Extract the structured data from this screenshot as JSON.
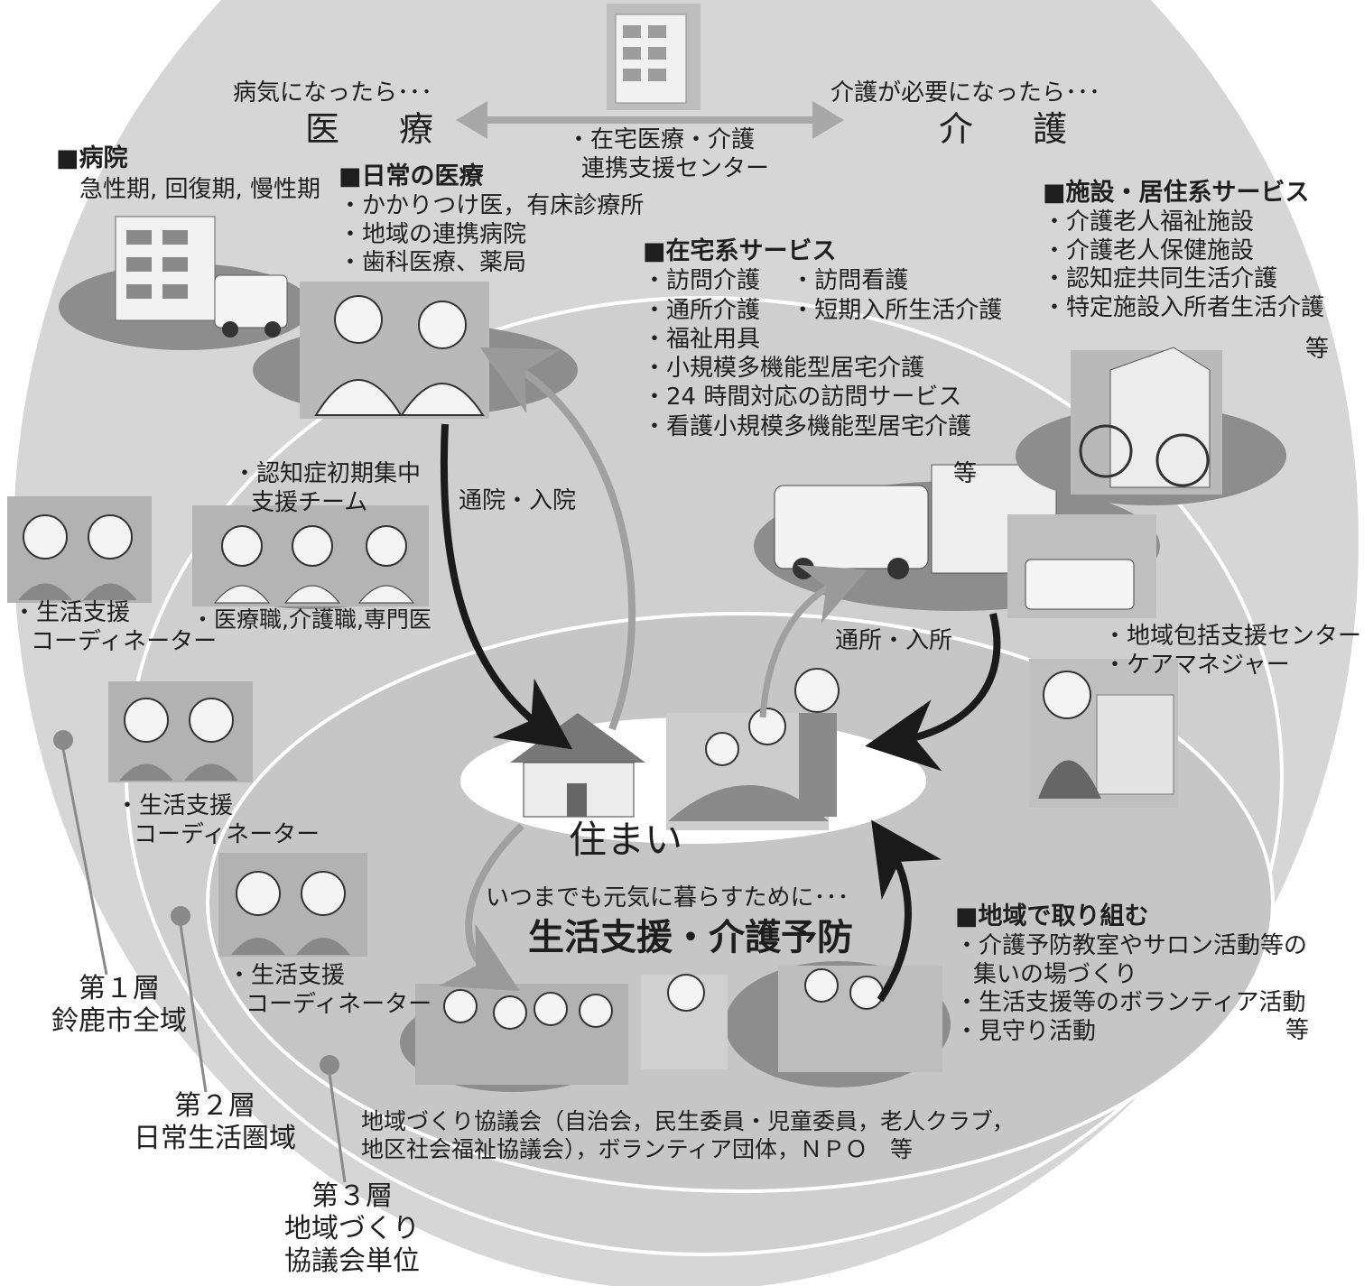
{
  "header": {
    "illness_prefix": "病気になったら･･･",
    "medical_title": "医　療",
    "care_prefix": "介護が必要になったら･･･",
    "care_title": "介　護",
    "center_lines": [
      "・在宅医療・介護",
      "連携支援センター"
    ]
  },
  "hospital": {
    "heading": "■病院",
    "detail": "急性期, 回復期, 慢性期"
  },
  "daily_medical": {
    "heading": "■日常の医療",
    "items": [
      "・かかりつけ医，有床診療所",
      "・地域の連携病院",
      "・歯科医療、薬局"
    ]
  },
  "home_services": {
    "heading": "■在宅系サービス",
    "items": [
      "・訪問介護　 ・訪問看護",
      "・通所介護　 ・短期入所生活介護",
      "・福祉用具",
      "・小規模多機能型居宅介護",
      "・24 時間対応の訪問サービス",
      "・看護小規模多機能型居宅介護"
    ],
    "etc": "等"
  },
  "facility_services": {
    "heading": "■施設・居住系サービス",
    "items": [
      "・介護老人福祉施設",
      "・介護老人保健施設",
      "・認知症共同生活介護",
      "・特定施設入所者生活介護"
    ],
    "etc": "等"
  },
  "dementia_team": {
    "lines": [
      "・認知症初期集中",
      "支援チーム"
    ],
    "members": "・医療職,介護職,専門医"
  },
  "coordinator": {
    "lines": [
      "・生活支援",
      "コーディネーター"
    ]
  },
  "flows": {
    "hospital_visit": "通院・入院",
    "facility_visit": "通所・入所"
  },
  "community_center": {
    "lines": [
      "・地域包括支援センター",
      "・ケアマネジャー"
    ]
  },
  "home": {
    "label": "住まい"
  },
  "prevention": {
    "prefix": "いつまでも元気に暮らすために･･･",
    "title": "生活支援・介護予防"
  },
  "community_efforts": {
    "heading": "■地域で取り組む",
    "items": [
      "・介護予防教室やサロン活動等の",
      "集いの場づくり",
      "・生活支援等のボランティア活動",
      "・見守り活動"
    ],
    "etc": "等"
  },
  "council": {
    "lines": [
      "地域づくり協議会（自治会，民生委員・児童委員，老人クラブ，",
      "地区社会福祉協議会），ボランティア団体，ＮＰＯ　等"
    ]
  },
  "layers": {
    "layer1": [
      "第１層",
      "鈴鹿市全域"
    ],
    "layer2": [
      "第２層",
      "日常生活圏域"
    ],
    "layer3": [
      "第３層",
      "地域づくり",
      "協議会単位"
    ]
  }
}
